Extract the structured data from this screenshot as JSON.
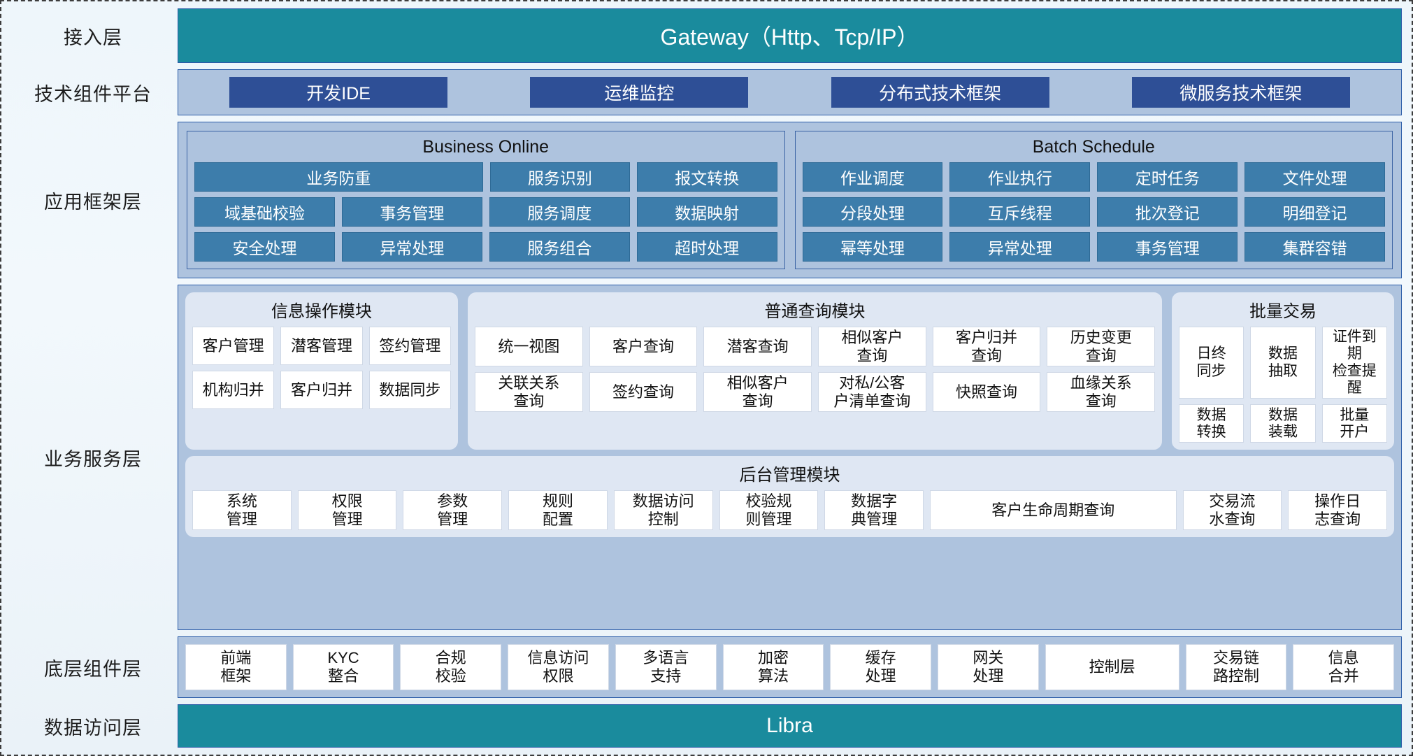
{
  "layers": {
    "access": {
      "label": "接入层",
      "bar": "Gateway（Http、Tcp/IP）"
    },
    "tech": {
      "label": "技术组件平台",
      "chips": [
        "开发IDE",
        "运维监控",
        "分布式技术框架",
        "微服务技术框架"
      ]
    },
    "appframe": {
      "label": "应用框架层",
      "groups": [
        {
          "title": "Business Online",
          "rows": [
            [
              "业务防重",
              "服务识别",
              "报文转换"
            ],
            [
              "域基础校验",
              "事务管理",
              "服务调度",
              "数据映射"
            ],
            [
              "安全处理",
              "异常处理",
              "服务组合",
              "超时处理"
            ]
          ]
        },
        {
          "title": "Batch Schedule",
          "rows": [
            [
              "作业调度",
              "作业执行",
              "定时任务",
              "文件处理"
            ],
            [
              "分段处理",
              "互斥线程",
              "批次登记",
              "明细登记"
            ],
            [
              "幂等处理",
              "异常处理",
              "事务管理",
              "集群容错"
            ]
          ]
        }
      ]
    },
    "business": {
      "label": "业务服务层",
      "modules": [
        {
          "title": "信息操作模块",
          "rows": [
            [
              "客户管理",
              "潜客管理",
              "签约管理"
            ],
            [
              "机构归并",
              "客户归并",
              "数据同步"
            ]
          ]
        },
        {
          "title": "普通查询模块",
          "rows": [
            [
              "统一视图",
              "客户查询",
              "潜客查询",
              "相似客户\n查询",
              "客户归并\n查询",
              "历史变更\n查询"
            ],
            [
              "关联关系\n查询",
              "签约查询",
              "相似客户\n查询",
              "对私/公客\n户清单查询",
              "快照查询",
              "血缘关系\n查询"
            ]
          ]
        },
        {
          "title": "批量交易",
          "rows": [
            [
              "日终\n同步",
              "数据\n抽取",
              "证件到期\n检查提醒"
            ],
            [
              "数据\n转换",
              "数据\n装载",
              "批量\n开户"
            ]
          ]
        }
      ],
      "admin": {
        "title": "后台管理模块",
        "items": [
          {
            "text": "系统\n管理",
            "wide": false
          },
          {
            "text": "权限\n管理",
            "wide": false
          },
          {
            "text": "参数\n管理",
            "wide": false
          },
          {
            "text": "规则\n配置",
            "wide": false
          },
          {
            "text": "数据访问\n控制",
            "wide": false
          },
          {
            "text": "校验规\n则管理",
            "wide": false
          },
          {
            "text": "数据字\n典管理",
            "wide": false
          },
          {
            "text": "客户生命周期查询",
            "wide": true
          },
          {
            "text": "交易流\n水查询",
            "wide": false
          },
          {
            "text": "操作日\n志查询",
            "wide": false
          }
        ]
      }
    },
    "component": {
      "label": "底层组件层",
      "items": [
        {
          "text": "前端\n框架",
          "wide": false
        },
        {
          "text": "KYC\n整合",
          "wide": false
        },
        {
          "text": "合规\n校验",
          "wide": false
        },
        {
          "text": "信息访问\n权限",
          "wide": false
        },
        {
          "text": "多语言\n支持",
          "wide": false
        },
        {
          "text": "加密\n算法",
          "wide": false
        },
        {
          "text": "缓存\n处理",
          "wide": false
        },
        {
          "text": "网关\n处理",
          "wide": false
        },
        {
          "text": "控制层",
          "wide": true
        },
        {
          "text": "交易链\n路控制",
          "wide": false
        },
        {
          "text": "信息\n合并",
          "wide": false
        }
      ]
    },
    "data": {
      "label": "数据访问层",
      "bar": "Libra"
    }
  },
  "colors": {
    "teal": "#1a8b9d",
    "band": "#aec3de",
    "navy_chip": "#2e4f96",
    "blue_chip": "#3d7dab",
    "module_bg": "#dfe7f3",
    "white_chip": "#ffffff",
    "border": "#2b5ca8"
  }
}
